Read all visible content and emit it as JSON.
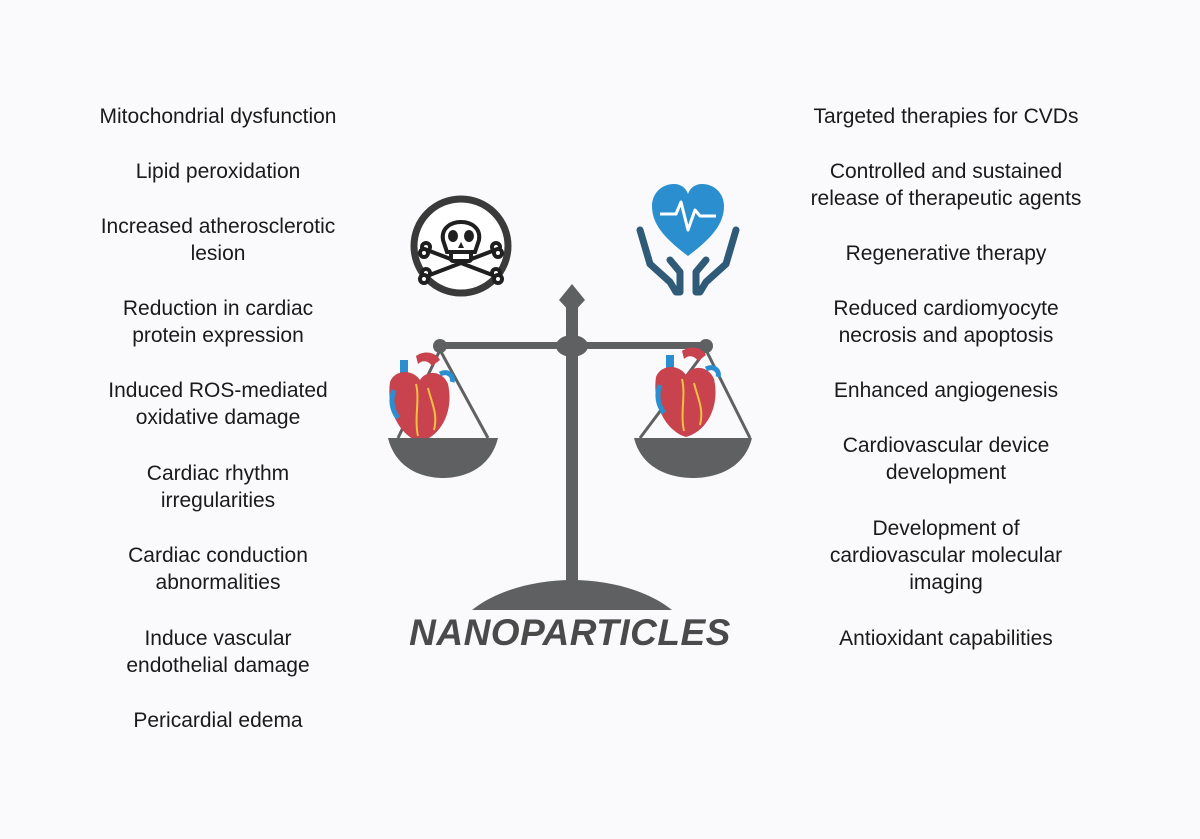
{
  "title": "NANOPARTICLES",
  "left_items": [
    "Mitochondrial dysfunction",
    "Lipid peroxidation",
    "Increased atherosclerotic\nlesion",
    "Reduction in cardiac\nprotein expression",
    "Induced ROS-mediated\noxidative damage",
    "Cardiac rhythm\nirregularities",
    "Cardiac conduction\nabnormalities",
    "Induce vascular\nendothelial damage",
    "Pericardial edema"
  ],
  "right_items": [
    "Targeted therapies for CVDs",
    "Controlled and sustained\nrelease of therapeutic agents",
    "Regenerative therapy",
    "Reduced cardiomyocyte\nnecrosis and apoptosis",
    "Enhanced angiogenesis",
    "Cardiovascular device\ndevelopment",
    "Development of\ncardiovascular molecular\nimaging",
    "Antioxidant capabilities"
  ],
  "icons": {
    "toxicity": "skull-crossbones-icon",
    "care": "heart-in-hands-icon",
    "organ": "anatomical-heart-icon",
    "balance": "balance-scale-icon"
  },
  "colors": {
    "scale": "#5f6062",
    "heart_blue": "#2b8fcf",
    "hands": "#2f5a78",
    "heart_red": "#c9434f"
  }
}
